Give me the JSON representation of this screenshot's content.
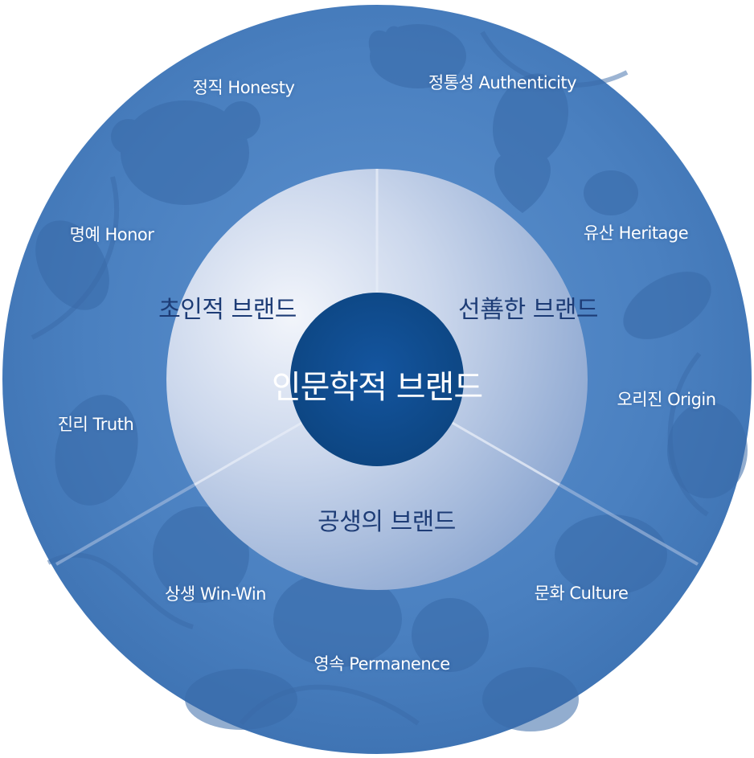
{
  "colors": {
    "outer_ring": "#4a80c0",
    "outer_ring_dark": "#3c6fae",
    "pattern": "#3a6aa8",
    "middle_ring": "#d8e2f1",
    "center_circle": "#0f4c95",
    "inner_text": "#1d3c76"
  },
  "center": {
    "label": "인문학적 브랜드"
  },
  "segments": [
    {
      "label": "초인적 브랜드"
    },
    {
      "label": "선善한 브랜드"
    },
    {
      "label": "공생의 브랜드"
    }
  ],
  "values": [
    {
      "label": "정직 Honesty"
    },
    {
      "label": "정통성 Authenticity"
    },
    {
      "label": "명예 Honor"
    },
    {
      "label": "유산 Heritage"
    },
    {
      "label": "진리 Truth"
    },
    {
      "label": "오리진 Origin"
    },
    {
      "label": "상생 Win-Win"
    },
    {
      "label": "문화 Culture"
    },
    {
      "label": "영속 Permanence"
    }
  ]
}
